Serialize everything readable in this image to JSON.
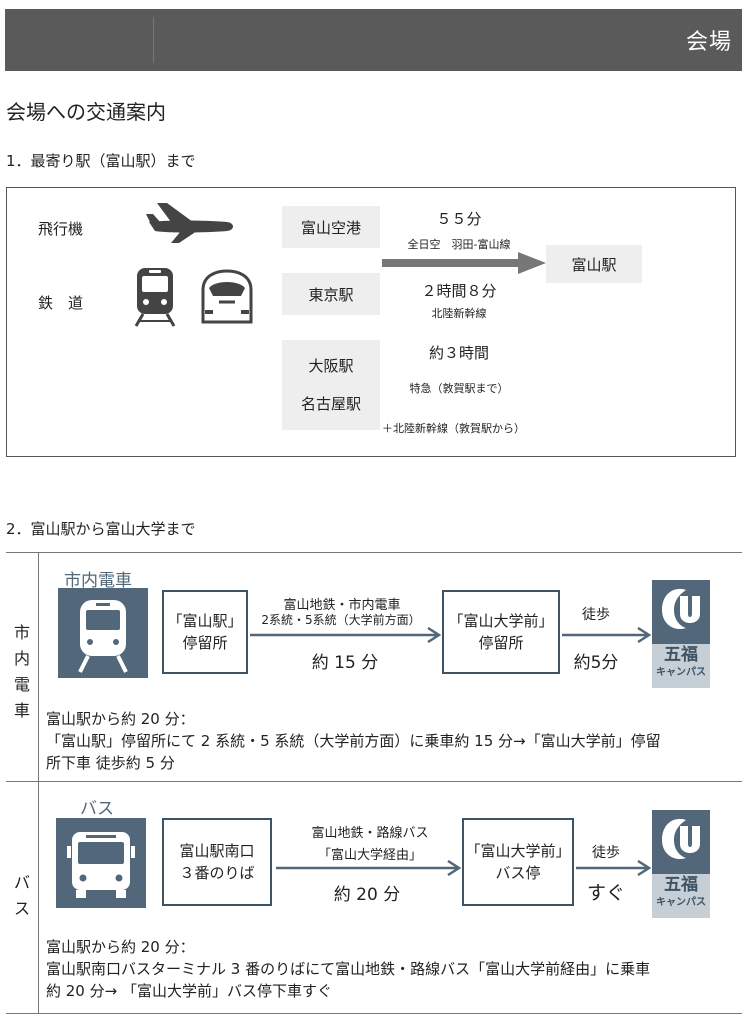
{
  "header": {
    "title": "会場"
  },
  "page_title": "会場への交通案内",
  "section1": {
    "heading": "1．最寄り駅（富山駅）まで",
    "rows": {
      "airplane_label": "飛行機",
      "rail_label": "鉄　道"
    },
    "origins": {
      "toyama_airport": "富山空港",
      "tokyo": "東京駅",
      "osaka": "大阪駅",
      "nagoya": "名古屋駅"
    },
    "routes": {
      "air_time": "５５分",
      "air_line": "全日空　羽田-富山線",
      "tokyo_time": "２時間８分",
      "tokyo_line": "北陸新幹線",
      "osaka_time": "約３時間",
      "osaka_line1": "特急（敦賀駅まで）",
      "osaka_line2": "＋北陸新幹線（敦賀駅から）"
    },
    "destination": "富山駅"
  },
  "section2": {
    "heading": "2．富山駅から富山大学まで",
    "tram": {
      "side_label": [
        "市",
        "内",
        "電",
        "車"
      ],
      "mode_label": "市内電車",
      "from_line1": "「富山駅」",
      "from_line2": "停留所",
      "line_name1": "富山地鉄・市内電車",
      "line_name2": "2系統・5系統（大学前方面）",
      "ride_time": "約 15 分",
      "to_line1": "「富山大学前」",
      "to_line2": "停留所",
      "walk_label": "徒歩",
      "walk_time": "約5分",
      "campus_name": "五福",
      "campus_sub": "キャンパス",
      "desc1": "富山駅から約 20 分：",
      "desc2": "「富山駅」停留所にて 2 系統・5 系統（大学前方面）に乗車約 15 分→「富山大学前」停留",
      "desc3": "所下車  徒歩約 5 分"
    },
    "bus": {
      "side_label": [
        "バ",
        "ス"
      ],
      "mode_label": "バス",
      "from_line1": "富山駅南口",
      "from_line2": "３番のりば",
      "line_name1": "富山地鉄・路線バス",
      "line_name2": "「富山大学経由」",
      "ride_time": "約 20 分",
      "to_line1": "「富山大学前」",
      "to_line2": "バス停",
      "walk_label": "徒歩",
      "walk_time": "すぐ",
      "campus_name": "五福",
      "campus_sub": "キャンパス",
      "desc1": "富山駅から約 20 分：",
      "desc2": "富山駅南口バスターミナル  3 番のりばにて富山地鉄・路線バス「富山大学前経由」に乗車",
      "desc3": "約 20 分→  「富山大学前」バス停下車すぐ"
    }
  },
  "colors": {
    "header_bg": "#5a5a5a",
    "accent": "#52687a",
    "box_border": "#3e5364"
  }
}
